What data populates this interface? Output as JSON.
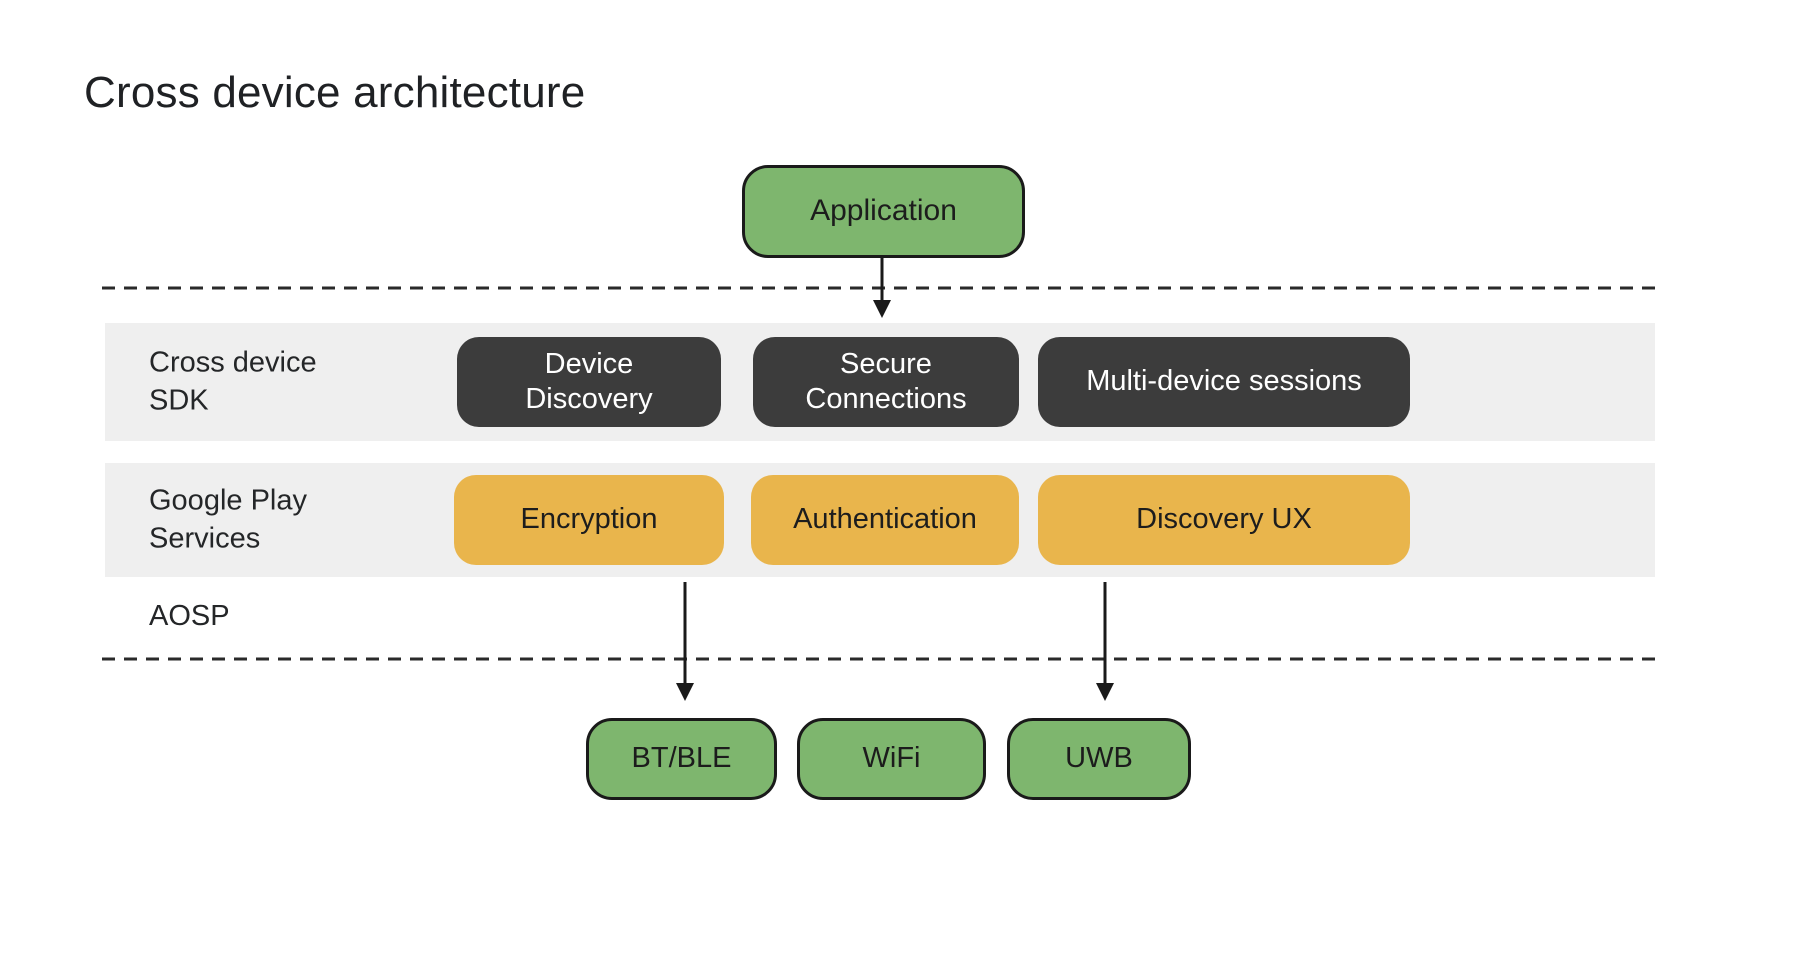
{
  "page": {
    "title": "Cross device architecture"
  },
  "colors": {
    "node_green": "#7EB66E",
    "node_yellow": "#E9B54C",
    "node_dark": "#3C3C3C",
    "layer_band_gray": "#EFEFEF",
    "text_dark": "#202124",
    "text_light": "#FFFFFF",
    "line_dark": "#2A2A2A"
  },
  "application": {
    "label": "Application"
  },
  "layers": {
    "sdk": {
      "label": [
        "Cross device",
        "SDK"
      ],
      "boxes": [
        {
          "label": [
            "Device",
            "Discovery"
          ]
        },
        {
          "label": [
            "Secure",
            "Connections"
          ]
        },
        {
          "label": "Multi-device sessions"
        }
      ]
    },
    "gps": {
      "label": [
        "Google Play",
        "Services"
      ],
      "boxes": [
        {
          "label": "Encryption"
        },
        {
          "label": "Authentication"
        },
        {
          "label": "Discovery UX"
        }
      ]
    },
    "aosp": {
      "label": "AOSP"
    }
  },
  "transports": [
    {
      "label": "BT/BLE"
    },
    {
      "label": "WiFi"
    },
    {
      "label": "UWB"
    }
  ]
}
